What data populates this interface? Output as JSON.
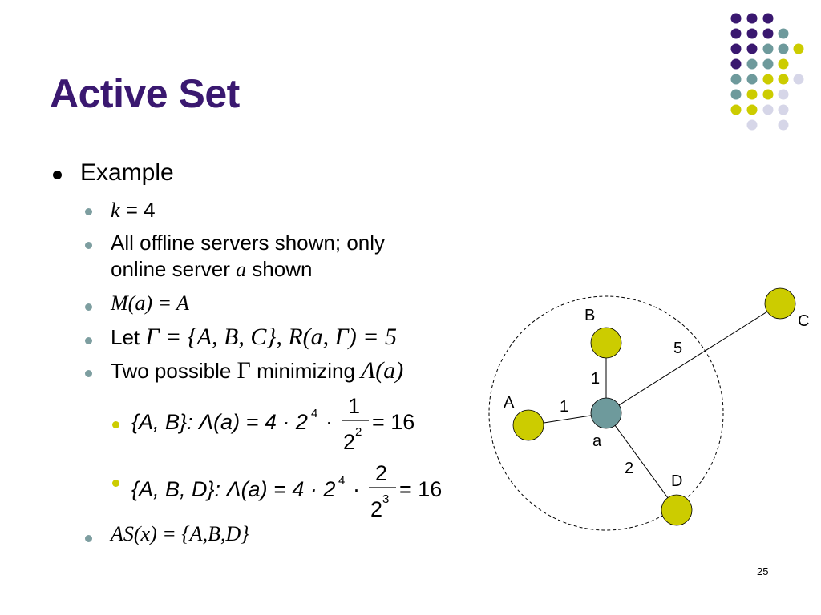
{
  "slide": {
    "title": "Active Set",
    "page_number": "25",
    "bullets": {
      "example": "Example",
      "k_var": "k",
      "k_eq": " = 4",
      "servers_line1": "All offline servers shown; only",
      "servers_line2_pre": "online server ",
      "servers_var": "a",
      "servers_line2_post": " shown",
      "m_expr": "M(a) = A",
      "let_label": "Let",
      "let_expr": "Γ = {A, B, C}, R(a, Γ) = 5",
      "two_pre": "Two possible",
      "two_gamma": "Γ",
      "two_mid": "minimizing",
      "two_lambda": "Λ(a)",
      "case1_lhs": "{A, B}: Λ(a) = 4 · 2",
      "case1_exp": "4",
      "case1_dot": "·",
      "case1_num": "1",
      "case1_den": "2",
      "case1_den_exp": "2",
      "case1_res": "= 16",
      "case2_lhs": "{A, B, D}: Λ(a) = 4 · 2",
      "case2_exp": "4",
      "case2_dot": "·",
      "case2_num": "2",
      "case2_den": "2",
      "case2_den_exp": "3",
      "case2_res": "= 16",
      "as_expr": "AS(x) = {A,B,D}"
    }
  },
  "diagram": {
    "nodes": {
      "B": "B",
      "C": "C",
      "A": "A",
      "a": "a",
      "D": "D"
    },
    "edges": {
      "aB": "1",
      "aA": "1",
      "aC": "5",
      "aD": "2"
    }
  },
  "colors": {
    "title": "#3a1870",
    "purple": "#3a1870",
    "teal": "#6e9a9c",
    "yellow": "#cccc00",
    "lavender": "#d6d6e8"
  }
}
